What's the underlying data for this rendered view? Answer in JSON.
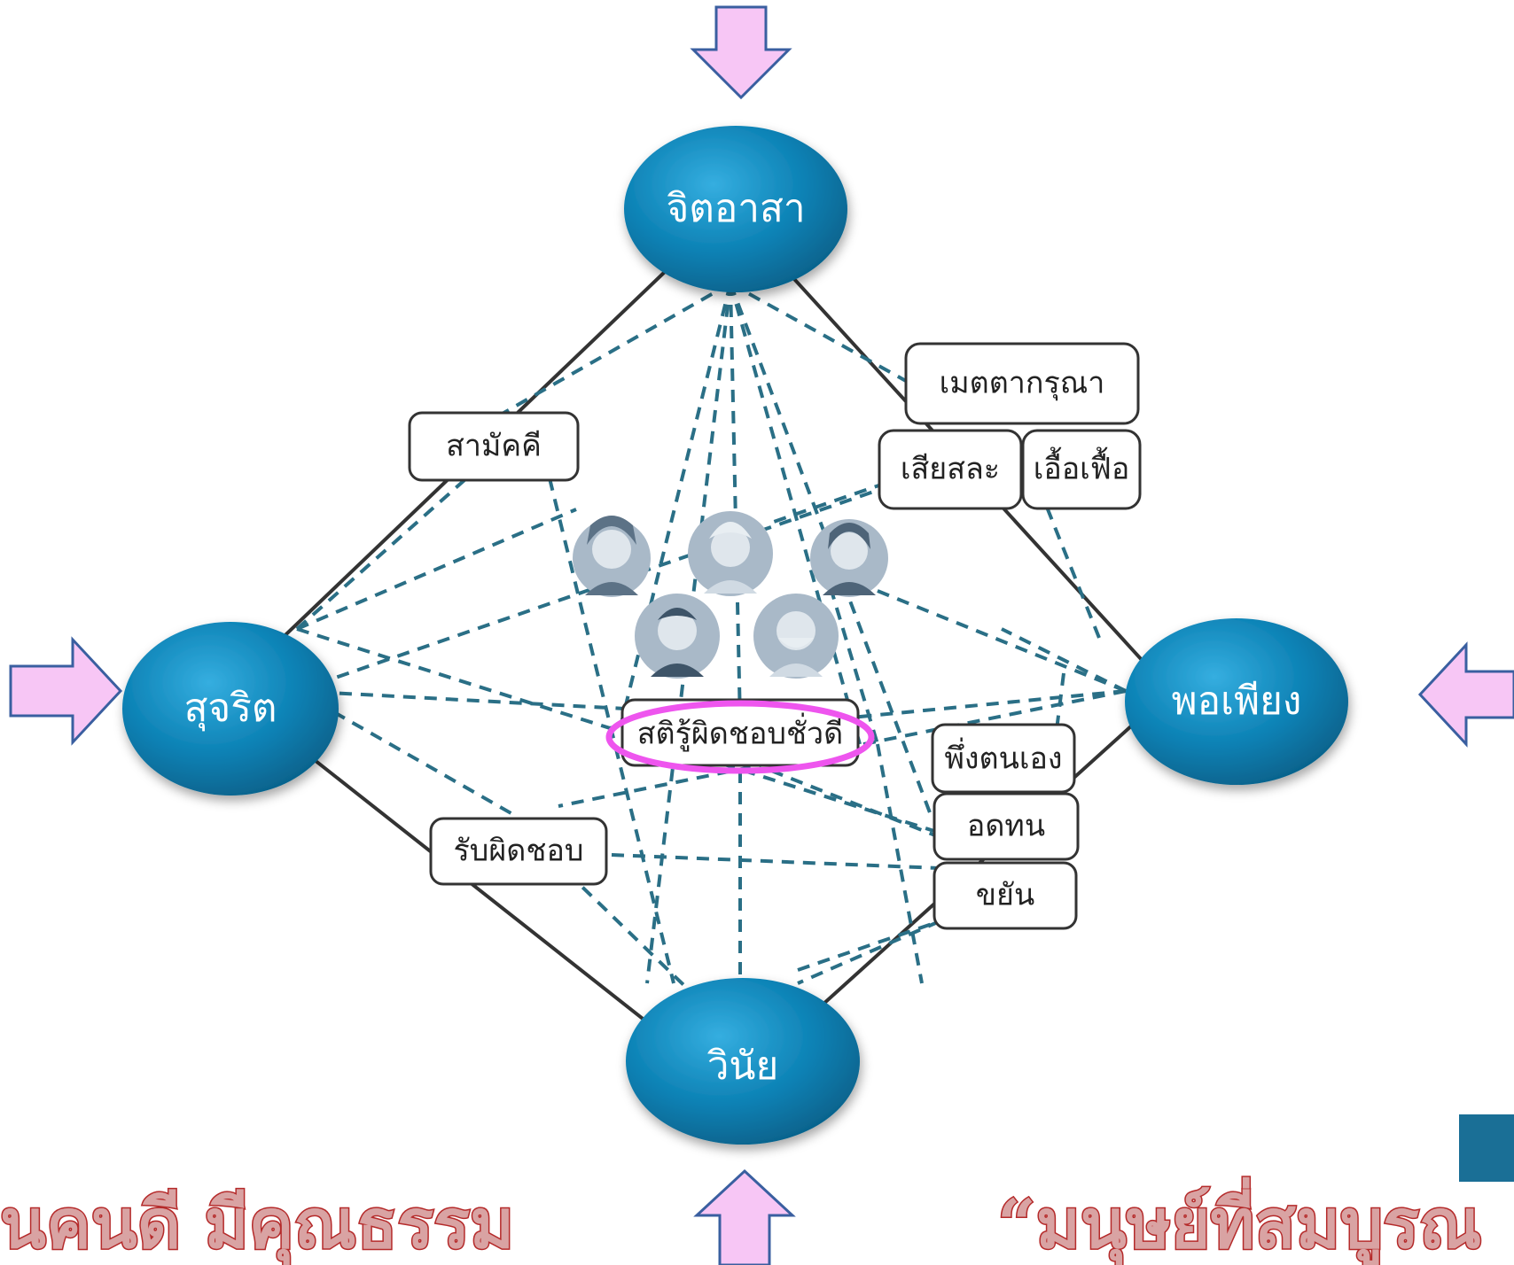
{
  "colors": {
    "node_fill": "#0a7fb0",
    "node_highlight": "#2fa4d3",
    "dashed_line": "#2a6f86",
    "solid_line": "#333333",
    "arrow_fill": "#f7c6f5",
    "arrow_stroke": "#3a5fa0",
    "highlight_ring": "#ee55ee",
    "avatar_bg": "#a9b9c8",
    "bottom_text_fill": "#d9a3a3",
    "bottom_text_stroke": "#b52a2a"
  },
  "nodes": {
    "top": "จิตอาสา",
    "left": "สุจริต",
    "right": "พอเพียง",
    "bottom": "วินัย"
  },
  "boxes": {
    "samakkhi": "สามัคคี",
    "metta": "เมตตากรุณา",
    "sialasa": "เสียสละ",
    "euafuea": "เอื้อเฟื้อ",
    "sati": "สติรู้ผิดชอบชั่วดี",
    "phuengton": "พึ่งตนเอง",
    "odthon": "อดทน",
    "khayan": "ขยัน",
    "rapphit": "รับผิดชอบ"
  },
  "bottom_left_text": "นคนดี มีคุณธรรม",
  "bottom_right_text": "“มนุษย์ที่สมบูรณ"
}
